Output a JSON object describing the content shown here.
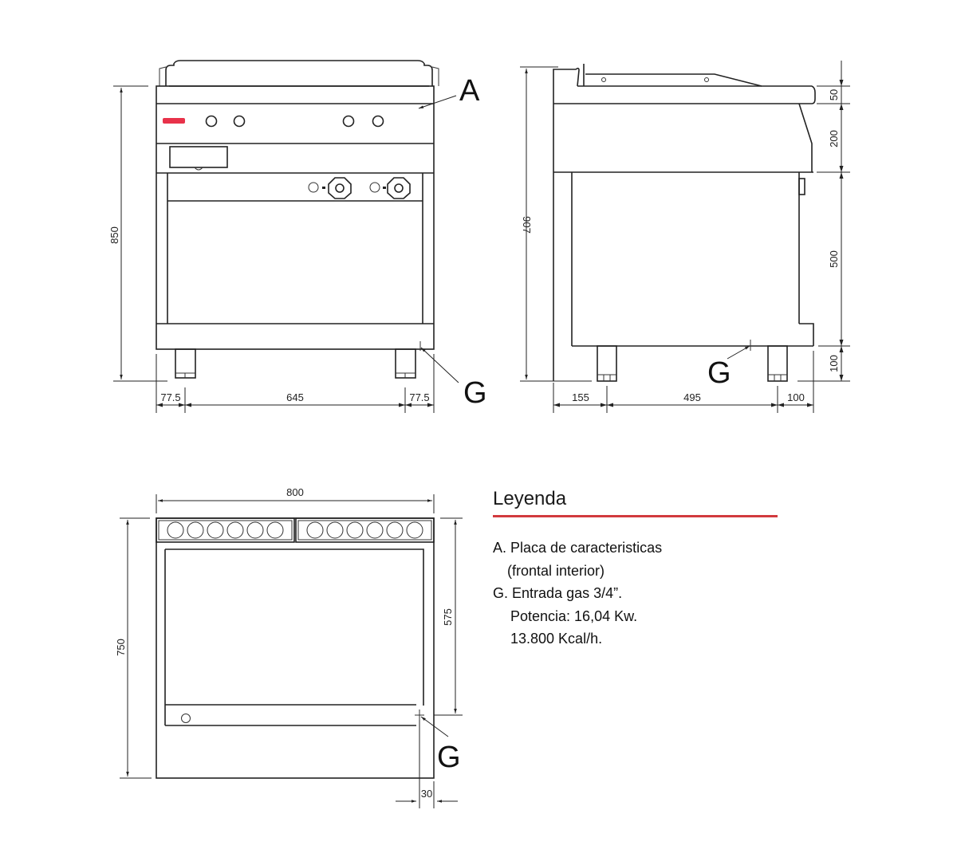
{
  "drawing": {
    "front_view": {
      "height_label": "850",
      "bottom_dims": [
        "77.5",
        "645",
        "77.5"
      ],
      "callouts": [
        "A",
        "G"
      ],
      "brand_mark_color": "#e8324a"
    },
    "side_view": {
      "height_label": "907",
      "right_dims": [
        "50",
        "200",
        "500",
        "100"
      ],
      "bottom_dims": [
        "155",
        "495",
        "100"
      ],
      "callouts": [
        "G"
      ]
    },
    "top_view": {
      "width_label": "800",
      "depth_label": "750",
      "inner_depth_label": "575",
      "offset_label": "30",
      "callouts": [
        "G"
      ]
    }
  },
  "legend": {
    "title": "Leyenda",
    "rule_color": "#d23a3e",
    "items": [
      {
        "key": "A.",
        "lines": [
          "Placa de caracteristicas",
          "(frontal interior)"
        ]
      },
      {
        "key": "G.",
        "lines": [
          "Entrada gas 3/4”.",
          "Potencia: 16,04 Kw.",
          "13.800 Kcal/h."
        ]
      }
    ]
  }
}
